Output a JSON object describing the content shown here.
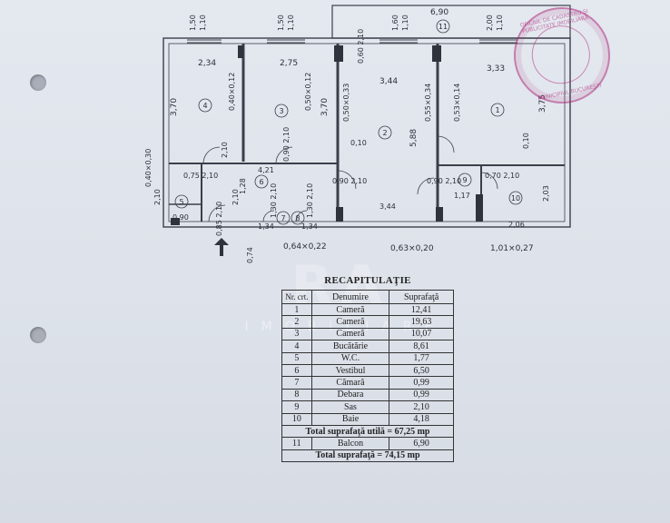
{
  "plan": {
    "dims_top": [
      "1,50",
      "1,10",
      "1,50",
      "1,10",
      "1,60",
      "1,10",
      "2,00",
      "1,10"
    ],
    "dims_inner": [
      "2,34",
      "2,75",
      "3,44",
      "3,33",
      "6,90",
      "5,88",
      "3,70",
      "3,70",
      "3,75"
    ],
    "doors": [
      "0,40×0,12",
      "0,50×0,12",
      "0,50×0,33",
      "0,55×0,34",
      "0,53×0,14",
      "0,90 2,10",
      "0,85 2,10",
      "0,90 2,10",
      "0,75 2,10",
      "0,90 2,10",
      "0,70 2,10",
      "0,60 2,10"
    ],
    "misc": [
      "0,10",
      "0,10",
      "4,21",
      "1,28",
      "2,10",
      "2,10",
      "0,90",
      "1,34",
      "1,34",
      "1,30 2,10",
      "1,30 2,10",
      "3,44",
      "1,17",
      "2,03",
      "2,06",
      "0,74",
      "0,40×0,30",
      "2,10"
    ],
    "bottom_dims": [
      "0,64×0,22",
      "0,63×0,20",
      "1,01×0,27"
    ],
    "room_numbers": [
      "1",
      "2",
      "3",
      "4",
      "5",
      "6",
      "7",
      "8",
      "9",
      "10",
      "11"
    ]
  },
  "watermark": {
    "logo": "RA",
    "text": "IMOBILIARE"
  },
  "stamp": {
    "ring_top": "OFICIUL DE CADASTRU ŞI PUBLICITATE IMOBILIARĂ",
    "ring_bottom": "MUNICIPIUL BUCUREŞTI"
  },
  "recap": {
    "title": "RECAPITULAŢIE",
    "headers": {
      "nr": "Nr. crt.",
      "name": "Denumire",
      "area": "Suprafaţă"
    },
    "rows": [
      {
        "nr": "1",
        "name": "Cameră",
        "area": "12,41"
      },
      {
        "nr": "2",
        "name": "Cameră",
        "area": "19,63"
      },
      {
        "nr": "3",
        "name": "Cameră",
        "area": "10,07"
      },
      {
        "nr": "4",
        "name": "Bucătărie",
        "area": "8,61"
      },
      {
        "nr": "5",
        "name": "W.C.",
        "area": "1,77"
      },
      {
        "nr": "6",
        "name": "Vestibul",
        "area": "6,50"
      },
      {
        "nr": "7",
        "name": "Cămară",
        "area": "0,99"
      },
      {
        "nr": "8",
        "name": "Debara",
        "area": "0,99"
      },
      {
        "nr": "9",
        "name": "Sas",
        "area": "2,10"
      },
      {
        "nr": "10",
        "name": "Baie",
        "area": "4,18"
      }
    ],
    "total_useful": "Total suprafaţă utilă = 67,25 mp",
    "balcony": {
      "nr": "11",
      "name": "Balcon",
      "area": "6,90"
    },
    "total": "Total suprafaţă = 74,15 mp"
  }
}
